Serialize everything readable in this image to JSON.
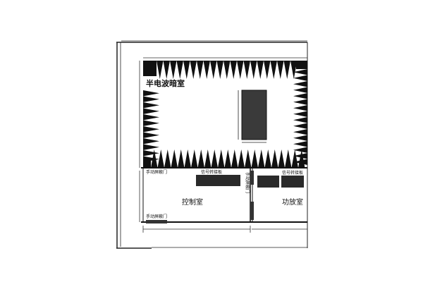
{
  "title": "半电波暗室",
  "rooms": {
    "chamber": "半电波暗室",
    "control": "控制室",
    "amplifier": "功放室"
  },
  "labels": {
    "signal_panel_1": "信号转接板",
    "signal_panel_2": "信号转接板",
    "door_1": "手动屏蔽门",
    "door_2": "手动屏蔽门",
    "door_3": "手动屏蔽门"
  }
}
